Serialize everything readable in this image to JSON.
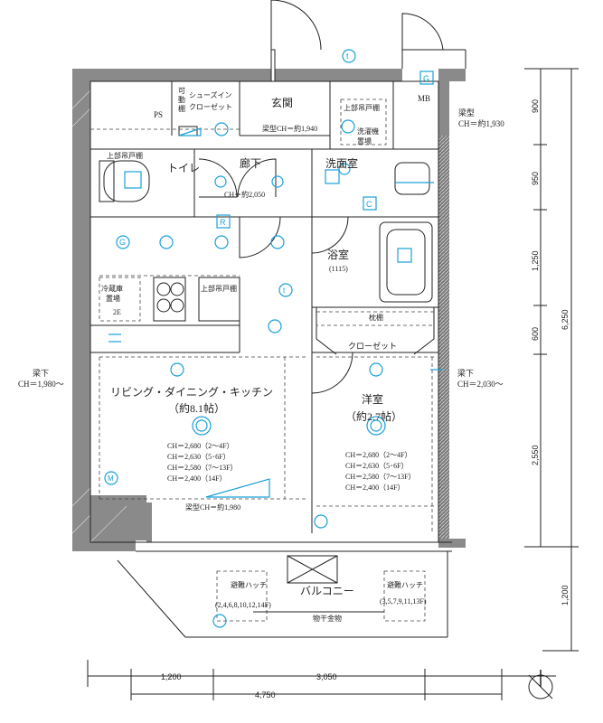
{
  "rooms": {
    "entrance": "玄関",
    "shoes_closet": "シューズイン\nクローゼット",
    "shelf_movable": "可動棚",
    "ps": "PS",
    "mb": "MB",
    "toilet": "トイレ",
    "toilet_shelf": "上部吊戸棚",
    "hallway": "廊下",
    "hallway_ch": "CH＝約2,050",
    "washroom": "洗面室",
    "laundry": "洗濯機置場",
    "upper_cabinet": "上部吊戸棚",
    "bath": "浴室",
    "bath_size": "(1115)",
    "fridge": "冷蔵庫置場",
    "kitchen_upper": "上部吊戸棚",
    "ldk": "リビング・ダイニング・キッチン",
    "ldk_size": "（約8.1帖）",
    "western": "洋室",
    "western_size": "（約2.7帖）",
    "closet": "クローゼット",
    "pillow_shelf": "枕棚",
    "balcony": "バルコニー",
    "hatch_left": "避難ハッチ",
    "hatch_left_floors": "(2,4,6,8,10,12,14F)",
    "hatch_right": "避難ハッチ",
    "hatch_right_floors": "(3,5,7,9,11,13F)",
    "drying": "物干金物"
  },
  "beams": {
    "entrance_beam": "梁型CH＝約1,940",
    "right_top_beam_1": "梁型",
    "right_top_beam_2": "CH＝約1,930",
    "left_beam_1": "梁下",
    "left_beam_2": "CH＝1,980～",
    "right_beam_1": "梁下",
    "right_beam_2": "CH＝2,030～",
    "ldk_bottom_beam": "梁型CH＝約1,980"
  },
  "ceiling_heights": {
    "ldk": [
      "CH＝2,680（2～4F）",
      "CH＝2,630（5･6F）",
      "CH＝2,580（7～13F）",
      "CH＝2,400（14F）"
    ],
    "western": [
      "CH＝2,680（2～4F）",
      "CH＝2,630（5･6F）",
      "CH＝2,580（7～13F）",
      "CH＝2,400（14F）"
    ]
  },
  "dimensions": {
    "right": [
      "900",
      "950",
      "1,250",
      "600",
      "2,550",
      "1,200"
    ],
    "right_total": "6,250",
    "bottom": [
      "1,200",
      "3,050"
    ],
    "bottom_total": "4,750"
  },
  "symbols": {
    "t": "t",
    "g": "G",
    "c": "C",
    "r": "R",
    "m": "M",
    "e2": "2E"
  }
}
